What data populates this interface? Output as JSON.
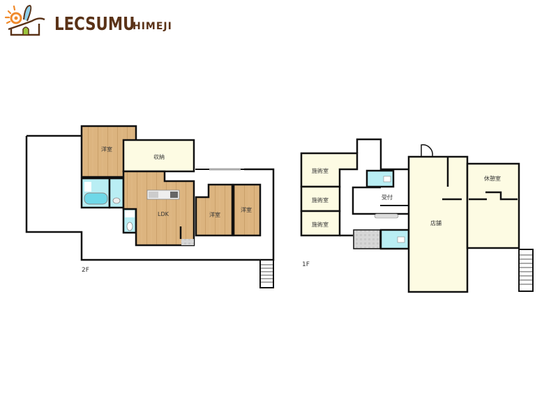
{
  "brand": {
    "name": "LECSUMU",
    "sub": "HIMEJI",
    "color": "#5a3217"
  },
  "floors": [
    {
      "label": "2F",
      "rooms": [
        {
          "name": "western-room-1",
          "label": "洋室"
        },
        {
          "name": "storage",
          "label": "収納"
        },
        {
          "name": "ldk",
          "label": "LDK"
        },
        {
          "name": "western-room-2",
          "label": "洋室"
        },
        {
          "name": "western-room-3",
          "label": "洋室"
        }
      ]
    },
    {
      "label": "1F",
      "rooms": [
        {
          "name": "treatment-room-1",
          "label": "施術室"
        },
        {
          "name": "treatment-room-2",
          "label": "施術室"
        },
        {
          "name": "treatment-room-3",
          "label": "施術室"
        },
        {
          "name": "reception",
          "label": "受付"
        },
        {
          "name": "shop",
          "label": "店舗"
        },
        {
          "name": "break-room",
          "label": "休憩室"
        }
      ]
    }
  ],
  "colors": {
    "wood": "#d9b27c",
    "cream": "#fdfbe3",
    "water": "#b9eef4",
    "wall": "#111111"
  }
}
